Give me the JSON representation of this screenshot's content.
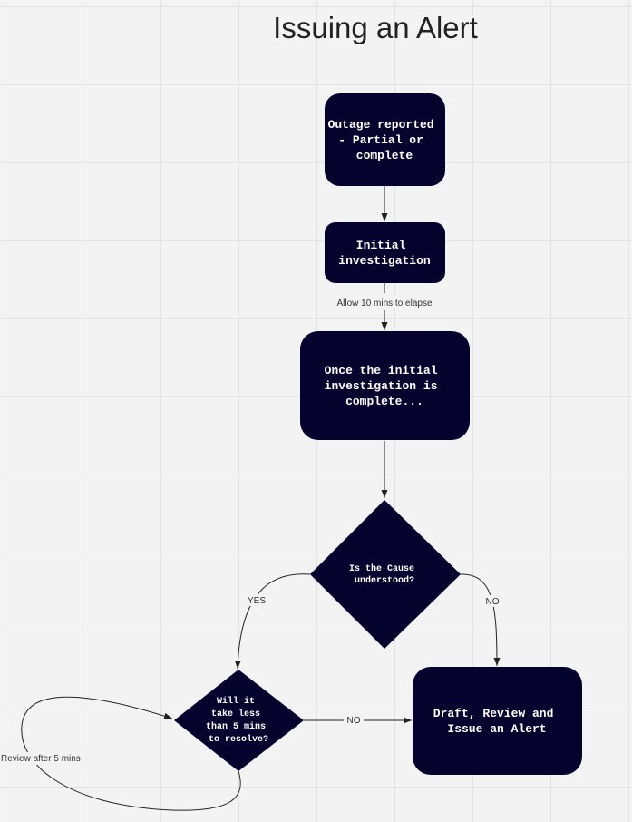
{
  "title": "Issuing an Alert",
  "colors": {
    "node_fill": "#05032e",
    "node_text": "#ffffff",
    "edge": "#222222"
  },
  "nodes": {
    "outage": {
      "lines": [
        "Outage reported",
        "- Partial or",
        "complete"
      ]
    },
    "initial": {
      "lines": [
        "Initial",
        "investigation"
      ]
    },
    "once": {
      "lines": [
        "Once the initial",
        "investigation is",
        "complete..."
      ]
    },
    "cause": {
      "lines": [
        "Is the Cause",
        "understood?"
      ]
    },
    "willit": {
      "lines": [
        "Will it",
        "take less",
        "than 5 mins",
        "to resolve?"
      ]
    },
    "draft": {
      "lines": [
        "Draft, Review and",
        "Issue an Alert"
      ]
    }
  },
  "edge_labels": {
    "allow": "Allow 10 mins  to elapse",
    "yes": "YES",
    "no_cause": "NO",
    "no_willit": "NO",
    "review": "Review after 5 mins"
  }
}
